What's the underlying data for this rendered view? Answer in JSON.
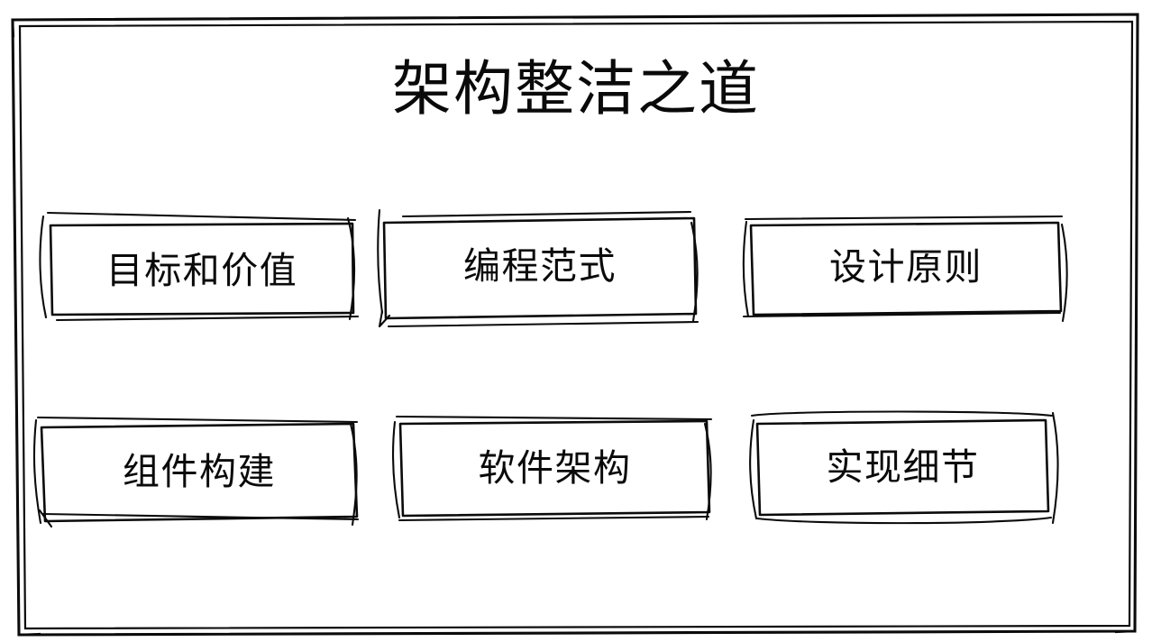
{
  "slide": {
    "title": "架构整洁之道",
    "background_color": "#ffffff",
    "ink_color": "#0b0b0b",
    "style": "hand-drawn sketch"
  },
  "frame": {
    "name": "outer-border",
    "style": "hand-drawn double rectangle"
  },
  "nodes": [
    {
      "id": "node-1",
      "label": "目标和价值",
      "row": 1,
      "column": 1
    },
    {
      "id": "node-2",
      "label": "编程范式",
      "row": 1,
      "column": 2
    },
    {
      "id": "node-3",
      "label": "设计原则",
      "row": 1,
      "column": 3
    },
    {
      "id": "node-4",
      "label": "组件构建",
      "row": 2,
      "column": 1
    },
    {
      "id": "node-5",
      "label": "软件架构",
      "row": 2,
      "column": 2
    },
    {
      "id": "node-6",
      "label": "实现细节",
      "row": 2,
      "column": 3
    }
  ]
}
